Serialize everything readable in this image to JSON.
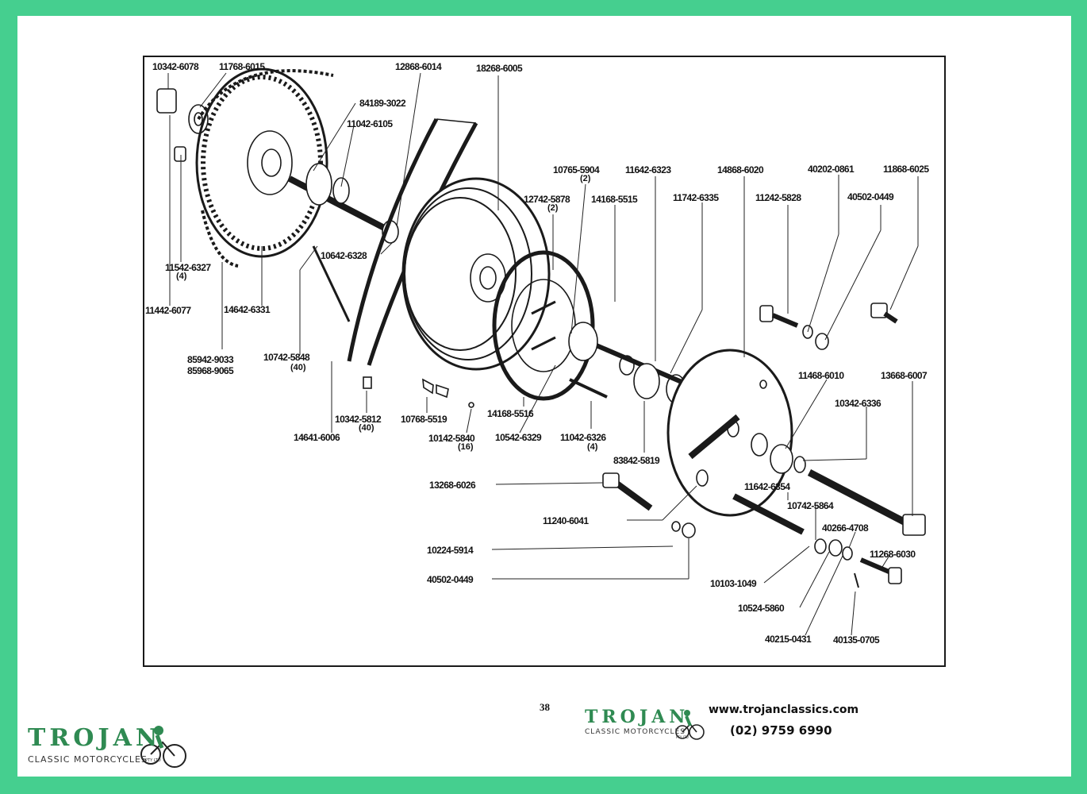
{
  "page_number": "38",
  "header_logo": {
    "wordmark": "TROJAN",
    "tagline": "CLASSIC MOTORCYCLES",
    "badge": "PTY LTD"
  },
  "footer_logo": {
    "wordmark": "TROJAN",
    "tagline": "CLASSIC MOTORCYCLES",
    "badge": "PTY LTD"
  },
  "contact": {
    "website": "www.trojanclassics.com",
    "phone": "(02) 9759 6990"
  },
  "parts": [
    {
      "id": "p1",
      "number": "10342-6078"
    },
    {
      "id": "p2",
      "number": "11768-6015"
    },
    {
      "id": "p3",
      "number": "12868-6014"
    },
    {
      "id": "p4",
      "number": "18268-6005"
    },
    {
      "id": "p5",
      "number": "84189-3022"
    },
    {
      "id": "p6",
      "number": "11042-6105"
    },
    {
      "id": "p7",
      "number": "10765-5904",
      "qty": "(2)"
    },
    {
      "id": "p8",
      "number": "11642-6323"
    },
    {
      "id": "p9",
      "number": "14868-6020"
    },
    {
      "id": "p10",
      "number": "40202-0861"
    },
    {
      "id": "p11",
      "number": "11868-6025"
    },
    {
      "id": "p12",
      "number": "12742-5878",
      "qty": "(2)"
    },
    {
      "id": "p13",
      "number": "14168-5515"
    },
    {
      "id": "p14",
      "number": "11742-6335"
    },
    {
      "id": "p15",
      "number": "11242-5828"
    },
    {
      "id": "p16",
      "number": "40502-0449"
    },
    {
      "id": "p17",
      "number": "10642-6328"
    },
    {
      "id": "p18",
      "number": "11542-6327",
      "qty": "(4)"
    },
    {
      "id": "p19",
      "number": "11442-6077"
    },
    {
      "id": "p20",
      "number": "14642-6331"
    },
    {
      "id": "p21",
      "number": "85942-9033"
    },
    {
      "id": "p22",
      "number": "85968-9065"
    },
    {
      "id": "p23",
      "number": "10742-5848",
      "qty": "(40)"
    },
    {
      "id": "p24",
      "number": "11468-6010"
    },
    {
      "id": "p25",
      "number": "13668-6007"
    },
    {
      "id": "p26",
      "number": "10342-6336"
    },
    {
      "id": "p27",
      "number": "10342-5812",
      "qty": "(40)"
    },
    {
      "id": "p28",
      "number": "10768-5519"
    },
    {
      "id": "p29",
      "number": "14168-5516"
    },
    {
      "id": "p30",
      "number": "14641-6006"
    },
    {
      "id": "p31",
      "number": "10142-5840",
      "qty": "(16)"
    },
    {
      "id": "p32",
      "number": "10542-6329"
    },
    {
      "id": "p33",
      "number": "11042-6326",
      "qty": "(4)"
    },
    {
      "id": "p34",
      "number": "83842-5819"
    },
    {
      "id": "p35",
      "number": "13268-6026"
    },
    {
      "id": "p36",
      "number": "11642-6354"
    },
    {
      "id": "p37",
      "number": "10742-5864"
    },
    {
      "id": "p38",
      "number": "11240-6041"
    },
    {
      "id": "p39",
      "number": "40266-4708"
    },
    {
      "id": "p40",
      "number": "11268-6030"
    },
    {
      "id": "p41",
      "number": "10224-5914"
    },
    {
      "id": "p42",
      "number": "40502-0449"
    },
    {
      "id": "p43",
      "number": "10103-1049"
    },
    {
      "id": "p44",
      "number": "10524-5860"
    },
    {
      "id": "p45",
      "number": "40215-0431"
    },
    {
      "id": "p46",
      "number": "40135-0705"
    }
  ]
}
